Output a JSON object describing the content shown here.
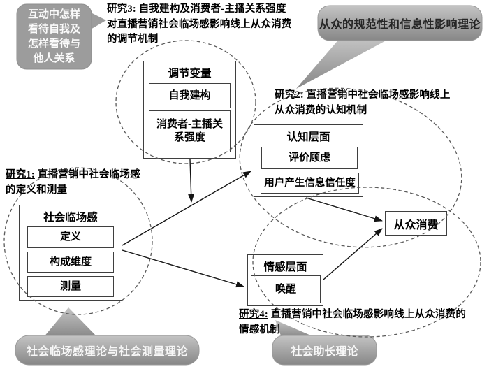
{
  "callouts": {
    "self_other_view": {
      "lines": [
        "互动中怎样",
        "看待自我及",
        "怎样看待与",
        "他人关系"
      ]
    },
    "conformity_influence_theory": {
      "label": "从众的规范性和信息性影响理论"
    },
    "social_presence_theory": {
      "label": "社会临场感理论与社会测量理论"
    },
    "social_facilitation_theory": {
      "label": "社会助长理论"
    }
  },
  "studies": {
    "study1": {
      "prefix": "研究1:",
      "line1_rest": " 直播营销中社会临场感",
      "line2": "的定义和测量"
    },
    "study2": {
      "prefix": "研究2:",
      "line1_rest": " 直播营销中社会临场感影响线上",
      "line2": "从众消费的认知机制"
    },
    "study3": {
      "prefix": "研究3:",
      "line1_rest": " 自我建构及消费者-主播关系强度",
      "line2": "对直播营销社会临场感影响线上从众消费",
      "line3": "的调节机制"
    },
    "study4": {
      "prefix": "研究4:",
      "line1_rest": " 直播营销中社会临场感影响线上从众消费的",
      "line2": "情感机制"
    }
  },
  "boxes": {
    "moderators": {
      "title": "调节变量",
      "items": [
        "自我建构",
        "消费者-主播关系强度"
      ],
      "item2_lines": [
        "消费者-主播关",
        "系强度"
      ]
    },
    "social_presence": {
      "title": "社会临场感",
      "items": [
        "定义",
        "构成维度",
        "测量"
      ]
    },
    "cognitive": {
      "title": "认知层面",
      "items": [
        "评价顾虑",
        "用户产生信息信任度"
      ]
    },
    "affective": {
      "title": "情感层面",
      "items": [
        "唤醒"
      ]
    },
    "conformity": {
      "label": "从众消费"
    }
  },
  "colors": {
    "background": "#ffffff",
    "box_border": "#3f3f3f",
    "arrow": "#141414",
    "ellipse_stroke": "#5a5a5a",
    "bubble_flat_gray": "#9c9c9c",
    "bubble_gradient_top": "#c4c4c4",
    "bubble_gradient_bottom": "#878787",
    "bubble_text_light": "#f7f7f7",
    "bubble_text_dark": "#262626"
  }
}
